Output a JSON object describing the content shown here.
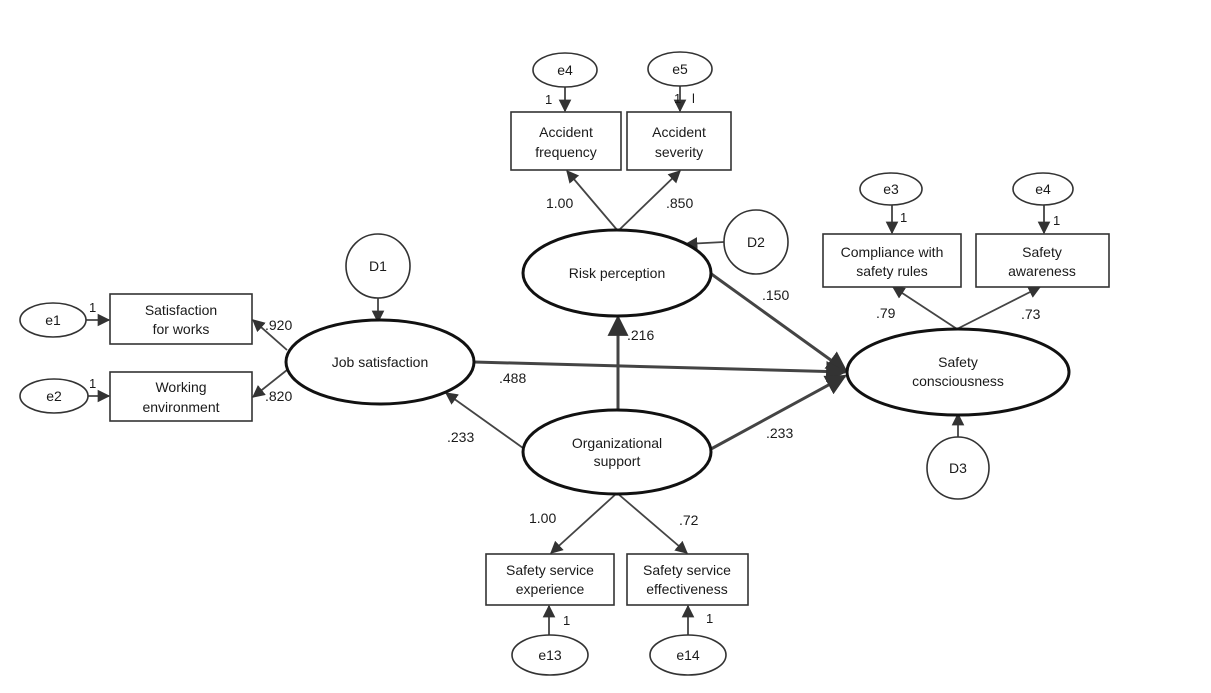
{
  "latents": {
    "job_satisfaction": "Job satisfaction",
    "risk_perception": "Risk perception",
    "organizational_support": [
      "Organizational",
      "support"
    ],
    "safety_consciousness": [
      "Safety",
      "consciousness"
    ]
  },
  "indicators": {
    "satisfaction_for_works": [
      "Satisfaction",
      "for works"
    ],
    "working_environment": [
      "Working",
      "environment"
    ],
    "accident_frequency": [
      "Accident",
      "frequency"
    ],
    "accident_severity": [
      "Accident",
      "severity"
    ],
    "compliance_with_safety_rules": [
      "Compliance with",
      "safety rules"
    ],
    "safety_awareness": [
      "Safety",
      "awareness"
    ],
    "safety_service_experience": [
      "Safety service",
      "experience"
    ],
    "safety_service_effectiveness": [
      "Safety service",
      "effectiveness"
    ]
  },
  "errors": {
    "e1": "e1",
    "e2": "e2",
    "e4_top": "e4",
    "e5": "e5",
    "e3": "e3",
    "e4_right": "e4",
    "e13": "e13",
    "e14": "e14"
  },
  "disturbances": {
    "d1": "D1",
    "d2": "D2",
    "d3": "D3"
  },
  "coefficients": {
    "js_sfw": ".920",
    "js_we": ".820",
    "rp_af": "1.00",
    "rp_as": ".850",
    "sc_csr": ".79",
    "sc_sa": ".73",
    "os_sse": "1.00",
    "os_ssf": ".72",
    "rp_sc": ".150",
    "os_rp": ".216",
    "js_sc": ".488",
    "os_js": ".233",
    "os_sc": ".233"
  },
  "fixed_loadings": {
    "e1": "1",
    "e2": "1",
    "e4_top": "1",
    "e5": "1",
    "e5_mark": "l",
    "e3": "1",
    "e4_right": "1",
    "e13": "1",
    "e14": "1"
  }
}
